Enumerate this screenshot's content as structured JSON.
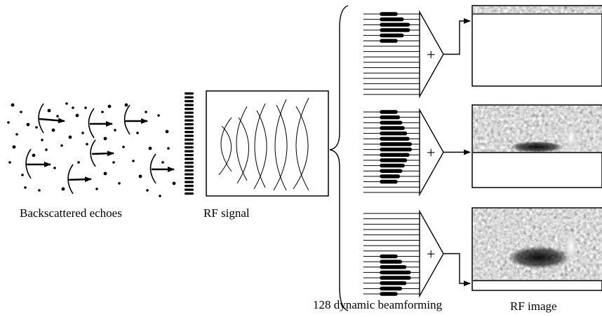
{
  "labels": {
    "echoes": "Backscattered echoes",
    "rf_signal": "RF signal",
    "beamforming": "128 dynamic beamforming",
    "rf_image": "RF image"
  },
  "summer_symbol": "+",
  "colors": {
    "ink": "#000000",
    "paper": "#ffffff",
    "image_dark": "#1e1e1e",
    "image_mid": "#6b6b6b",
    "image_bright": "#f0f0f0"
  },
  "beamformer_stages": [
    {
      "channel_count": 16,
      "active_channels": [
        0,
        1,
        2,
        3,
        4,
        5
      ],
      "filled_rows": 1
    },
    {
      "channel_count": 16,
      "active_channels": [
        0,
        1,
        2,
        3,
        4,
        5,
        6,
        7,
        8,
        9,
        10,
        11,
        12,
        13
      ],
      "filled_rows": 0.55
    },
    {
      "channel_count": 16,
      "active_channels": [
        8,
        9,
        10,
        11,
        12,
        13,
        14,
        15
      ],
      "filled_rows": 0.86
    }
  ]
}
